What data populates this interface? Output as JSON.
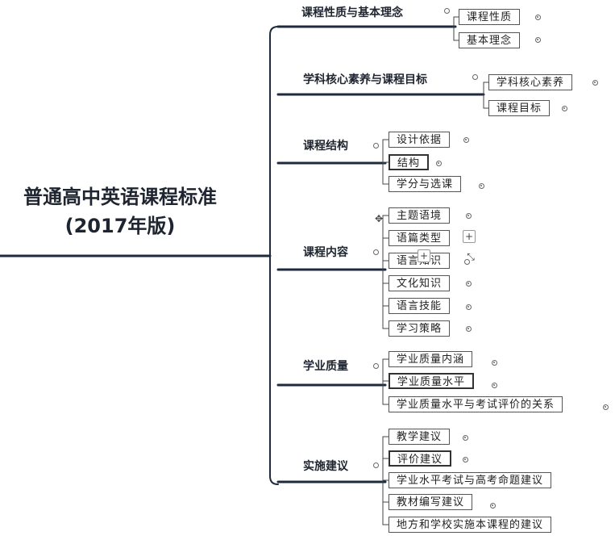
{
  "root": {
    "line1": "普通高中英语课程标准",
    "line2": "(2017年版)"
  },
  "branches": [
    {
      "label": "课程性质与基本理念",
      "leaves": [
        "课程性质",
        "基本理念"
      ]
    },
    {
      "label": "学科核心素养与课程目标",
      "leaves": [
        "学科核心素养",
        "课程目标"
      ]
    },
    {
      "label": "课程结构",
      "leaves": [
        "设计依据",
        "结构",
        "学分与选课"
      ]
    },
    {
      "label": "课程内容",
      "leaves": [
        "主题语境",
        "语篇类型",
        "语言知识",
        "文化知识",
        "语言技能",
        "学习策略"
      ]
    },
    {
      "label": "学业质量",
      "leaves": [
        "学业质量内涵",
        "学业质量水平",
        "学业质量水平与考试评价的关系"
      ]
    },
    {
      "label": "实施建议",
      "leaves": [
        "教学建议",
        "评价建议",
        "学业水平考试与高考命题建议",
        "教材编写建议",
        "地方和学校实施本课程的建议"
      ]
    }
  ],
  "toolbar": {
    "move_glyph": "✥",
    "add_glyph": "+",
    "add_sub_glyph": "+",
    "resize_glyph": "⤡"
  },
  "colors": {
    "line": "#1f2a3c",
    "thin_line": "#444444"
  }
}
